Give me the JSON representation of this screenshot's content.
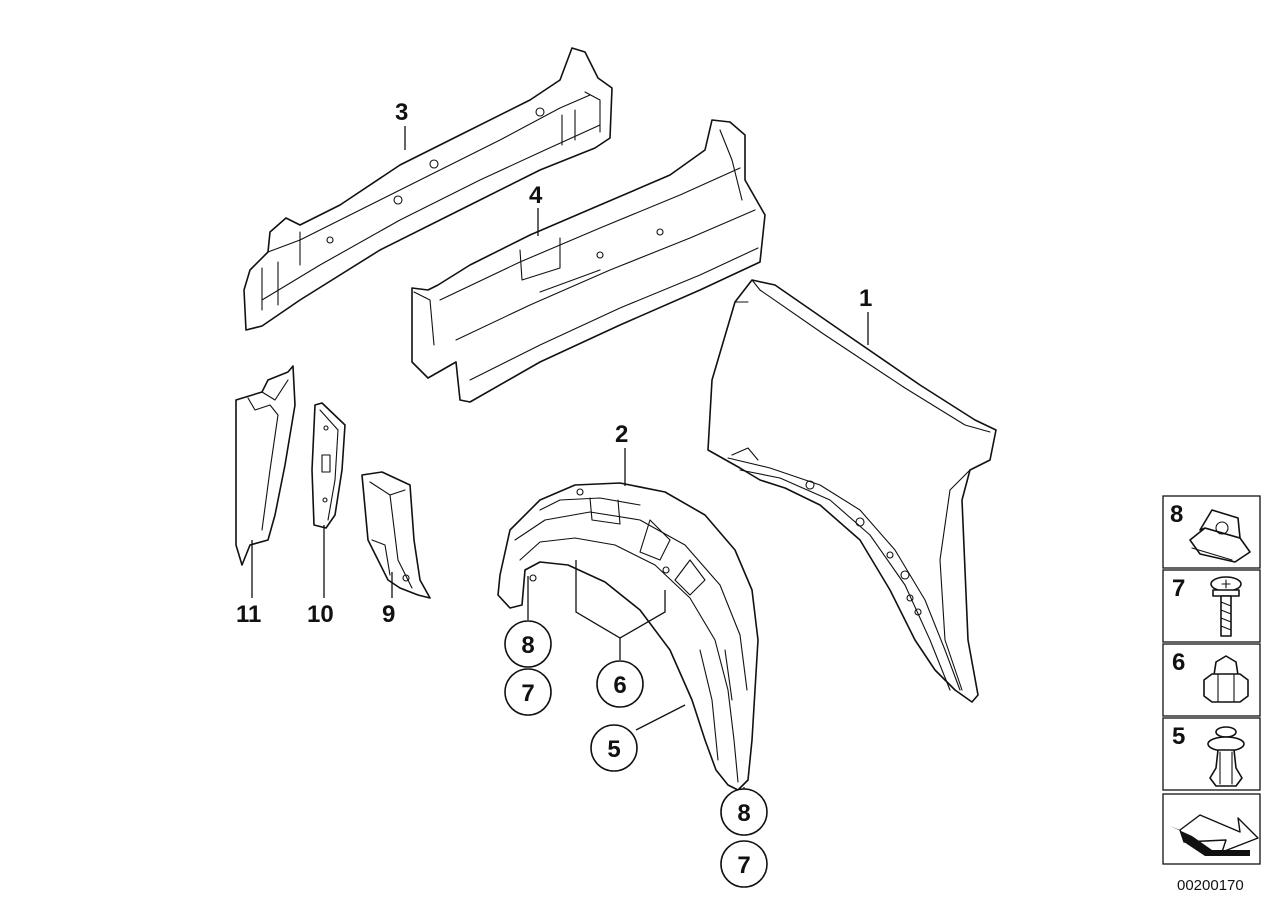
{
  "callouts": {
    "p1": "1",
    "p2": "2",
    "p3": "3",
    "p4": "4",
    "p5": "5",
    "p6": "6",
    "p7a": "7",
    "p7b": "7",
    "p8a": "8",
    "p8b": "8",
    "p9": "9",
    "p10": "10",
    "p11": "11"
  },
  "legend": {
    "items": [
      {
        "label": "8",
        "icon": "clip-nut-icon"
      },
      {
        "label": "7",
        "icon": "screw-icon"
      },
      {
        "label": "6",
        "icon": "hex-nut-icon"
      },
      {
        "label": "5",
        "icon": "expanding-rivet-icon"
      }
    ],
    "direction_icon": "forward-arrow-icon"
  },
  "reference_number": "00200170"
}
